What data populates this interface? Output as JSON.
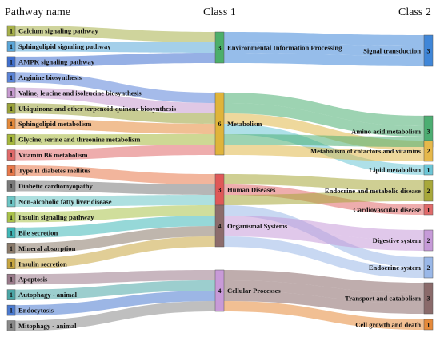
{
  "headers": {
    "pathway": "Pathway name",
    "class1": "Class 1",
    "class2": "Class 2"
  },
  "pathways": [
    {
      "name": "Calcium signaling pathway",
      "count": "1",
      "color": "#a7b14a",
      "class1": "env",
      "class2": "signal"
    },
    {
      "name": "Sphingolipid signaling pathway",
      "count": "1",
      "color": "#5aa7d9",
      "class1": "env",
      "class2": "signal"
    },
    {
      "name": "AMPK signaling pathway",
      "count": "1",
      "color": "#3f6fcf",
      "class1": "env",
      "class2": "signal"
    },
    {
      "name": "Arginine biosynthesis",
      "count": "1",
      "color": "#5b84d8",
      "class1": "met",
      "class2": "amino"
    },
    {
      "name": "Valine, leucine and isoleucine biosynthesis",
      "count": "1",
      "color": "#c79ad0",
      "class1": "met",
      "class2": "amino"
    },
    {
      "name": "Ubiquinone and other terpenoid-quinone biosynthesis",
      "count": "1",
      "color": "#9aa33a",
      "class1": "met",
      "class2": "cofactor"
    },
    {
      "name": "Sphingolipid metabolism",
      "count": "1",
      "color": "#e58a3a",
      "class1": "met",
      "class2": "lipid"
    },
    {
      "name": "Glycine, serine and threonine metabolism",
      "count": "1",
      "color": "#a6b83c",
      "class1": "met",
      "class2": "amino"
    },
    {
      "name": "Vitamin B6 metabolism",
      "count": "1",
      "color": "#e06a6a",
      "class1": "met",
      "class2": "cofactor"
    },
    {
      "name": "Type II diabetes mellitus",
      "count": "1",
      "color": "#e8784a",
      "class1": "hum",
      "class2": "endometab"
    },
    {
      "name": "Diabetic cardiomyopathy",
      "count": "1",
      "color": "#7a7a7a",
      "class1": "hum",
      "class2": "cardio"
    },
    {
      "name": "Non-alcoholic fatty liver disease",
      "count": "1",
      "color": "#6cc6c6",
      "class1": "hum",
      "class2": "endometab"
    },
    {
      "name": "Insulin signaling pathway",
      "count": "1",
      "color": "#a9c24a",
      "class1": "org",
      "class2": "endosys"
    },
    {
      "name": "Bile secretion",
      "count": "1",
      "color": "#3fb8b8",
      "class1": "org",
      "class2": "digestive"
    },
    {
      "name": "Mineral absorption",
      "count": "1",
      "color": "#8a7a6a",
      "class1": "org",
      "class2": "digestive"
    },
    {
      "name": "Insulin secretion",
      "count": "1",
      "color": "#c8a640",
      "class1": "org",
      "class2": "endosys"
    },
    {
      "name": "Apoptosis",
      "count": "1",
      "color": "#9a7a8a",
      "class1": "cell",
      "class2": "transport"
    },
    {
      "name": "Autophagy - animal",
      "count": "1",
      "color": "#4aa6a6",
      "class1": "cell",
      "class2": "transport"
    },
    {
      "name": "Endocytosis",
      "count": "1",
      "color": "#4a7ad0",
      "class1": "cell",
      "class2": "transport"
    },
    {
      "name": "Mitophagy - animal",
      "count": "1",
      "color": "#8a8a8a",
      "class1": "cell",
      "class2": "growth"
    }
  ],
  "class1": [
    {
      "id": "env",
      "name": "Environmental Information Processing",
      "count": "3",
      "color": "#3fae6e",
      "box": "#4caf6a"
    },
    {
      "id": "met",
      "name": "Metabolism",
      "count": "6",
      "color": "#d8b040",
      "box": "#e0b43a"
    },
    {
      "id": "hum",
      "name": "Human Diseases",
      "count": "3",
      "color": "#e26a6a",
      "box": "#e05858"
    },
    {
      "id": "org",
      "name": "Organismal Systems",
      "count": "4",
      "color": "#8a6a6a",
      "box": "#8c6c6c"
    },
    {
      "id": "cell",
      "name": "Cellular Processes",
      "count": "4",
      "color": "#c59ad6",
      "box": "#c89ad8"
    }
  ],
  "class2": [
    {
      "id": "signal",
      "name": "Signal transduction",
      "count": "3",
      "color": "#3f86d8",
      "box": "#3f86d8"
    },
    {
      "id": "amino",
      "name": "Amino acid metabolism",
      "count": "3",
      "color": "#4cae72",
      "box": "#4cae72"
    },
    {
      "id": "cofactor",
      "name": "Metabolism of cofactors and vitamins",
      "count": "2",
      "color": "#e0b84a",
      "box": "#e6b84a"
    },
    {
      "id": "lipid",
      "name": "Lipid metabolism",
      "count": "1",
      "color": "#6cc6d6",
      "box": "#6cc6d6"
    },
    {
      "id": "endometab",
      "name": "Endocrine and metabolic disease",
      "count": "2",
      "color": "#a8a83a",
      "box": "#a8a83a"
    },
    {
      "id": "cardio",
      "name": "Cardiovascular disease",
      "count": "1",
      "color": "#e06a6a",
      "box": "#e06a6a"
    },
    {
      "id": "digestive",
      "name": "Digestive system",
      "count": "2",
      "color": "#c69ad8",
      "box": "#c69ad8"
    },
    {
      "id": "endosys",
      "name": "Endocrine system",
      "count": "2",
      "color": "#9ab8e8",
      "box": "#9ab8e8"
    },
    {
      "id": "transport",
      "name": "Transport and catabolism",
      "count": "3",
      "color": "#8a6a6a",
      "box": "#8a6a6a"
    },
    {
      "id": "growth",
      "name": "Cell growth and death",
      "count": "1",
      "color": "#e68a3a",
      "box": "#e68a3a"
    }
  ]
}
